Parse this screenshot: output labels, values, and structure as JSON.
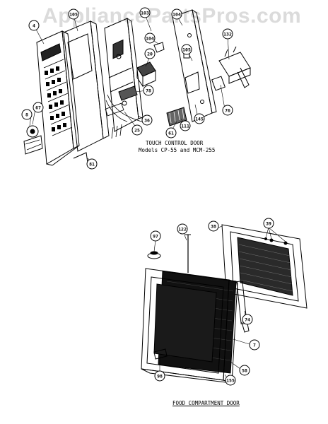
{
  "watermark": "AppliancePartsPros.com",
  "captions": {
    "touch_title": "TOUCH CONTROL DOOR",
    "touch_models": "Models CP-55 and MCM-255",
    "food_title": "FOOD COMPARTMENT DOOR"
  },
  "callouts": {
    "c4": "4",
    "c105a": "105",
    "c103": "103",
    "c104": "104",
    "c105b": "105",
    "c132": "132",
    "c20": "20",
    "c78": "78",
    "c67": "67",
    "c8": "8",
    "c36": "36",
    "c25": "25",
    "c76": "76",
    "c145": "145",
    "c111": "111",
    "c61": "61",
    "c81": "81",
    "c97": "97",
    "c122": "122",
    "c38": "38",
    "c39": "39",
    "c74": "74",
    "c7": "7",
    "c58": "58",
    "c155": "155",
    "c98": "98"
  }
}
